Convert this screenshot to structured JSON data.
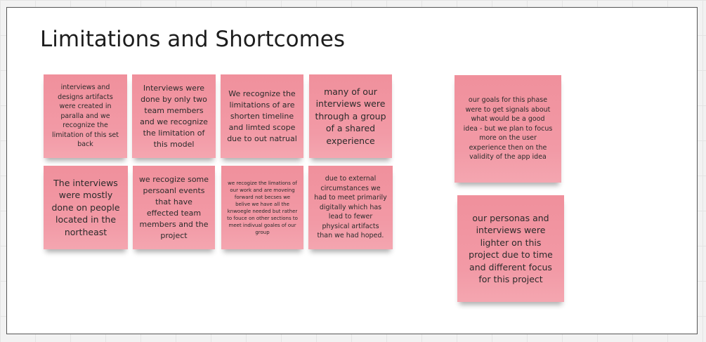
{
  "board": {
    "title": "Limitations and Shortcomes"
  },
  "notes": [
    {
      "id": "n1",
      "text": "interviews and designs artifacts were created in paralla and we recognize the limitation of this set back"
    },
    {
      "id": "n2",
      "text": "Interviews were done by only two team members and we recognize the limitation of this model"
    },
    {
      "id": "n3",
      "text": "We recognize the limitations of are shorten timeline and limted scope due to out natrual"
    },
    {
      "id": "n4",
      "text": "many of our interviews were through a group of a shared experience"
    },
    {
      "id": "n5",
      "text": "The interviews were mostly done on people located in the northeast"
    },
    {
      "id": "n6",
      "text": "we recogize some persoanl events that have effected team members and the project"
    },
    {
      "id": "n7",
      "text": "we recogize the limations of our work and are moveing forward not becses we belive we have all the knwoegle needed but rather to fouce on other sections to meet indivual goales of our group"
    },
    {
      "id": "n8",
      "text": "due to external circumstances we had to meet primarily digitally which has lead to fewer physical artifacts than we had hoped."
    },
    {
      "id": "n9",
      "text": "our goals for this phase were to get signals about what would be a good idea - but we plan to focus more on the user experience then on the validity of the app idea"
    },
    {
      "id": "n10",
      "text": "our personas and interviews were lighter on this project due to time and different focus for this project"
    }
  ],
  "colors": {
    "sticky": "#f29aa6",
    "frame_border": "#555555",
    "canvas": "#f2f2f2"
  }
}
